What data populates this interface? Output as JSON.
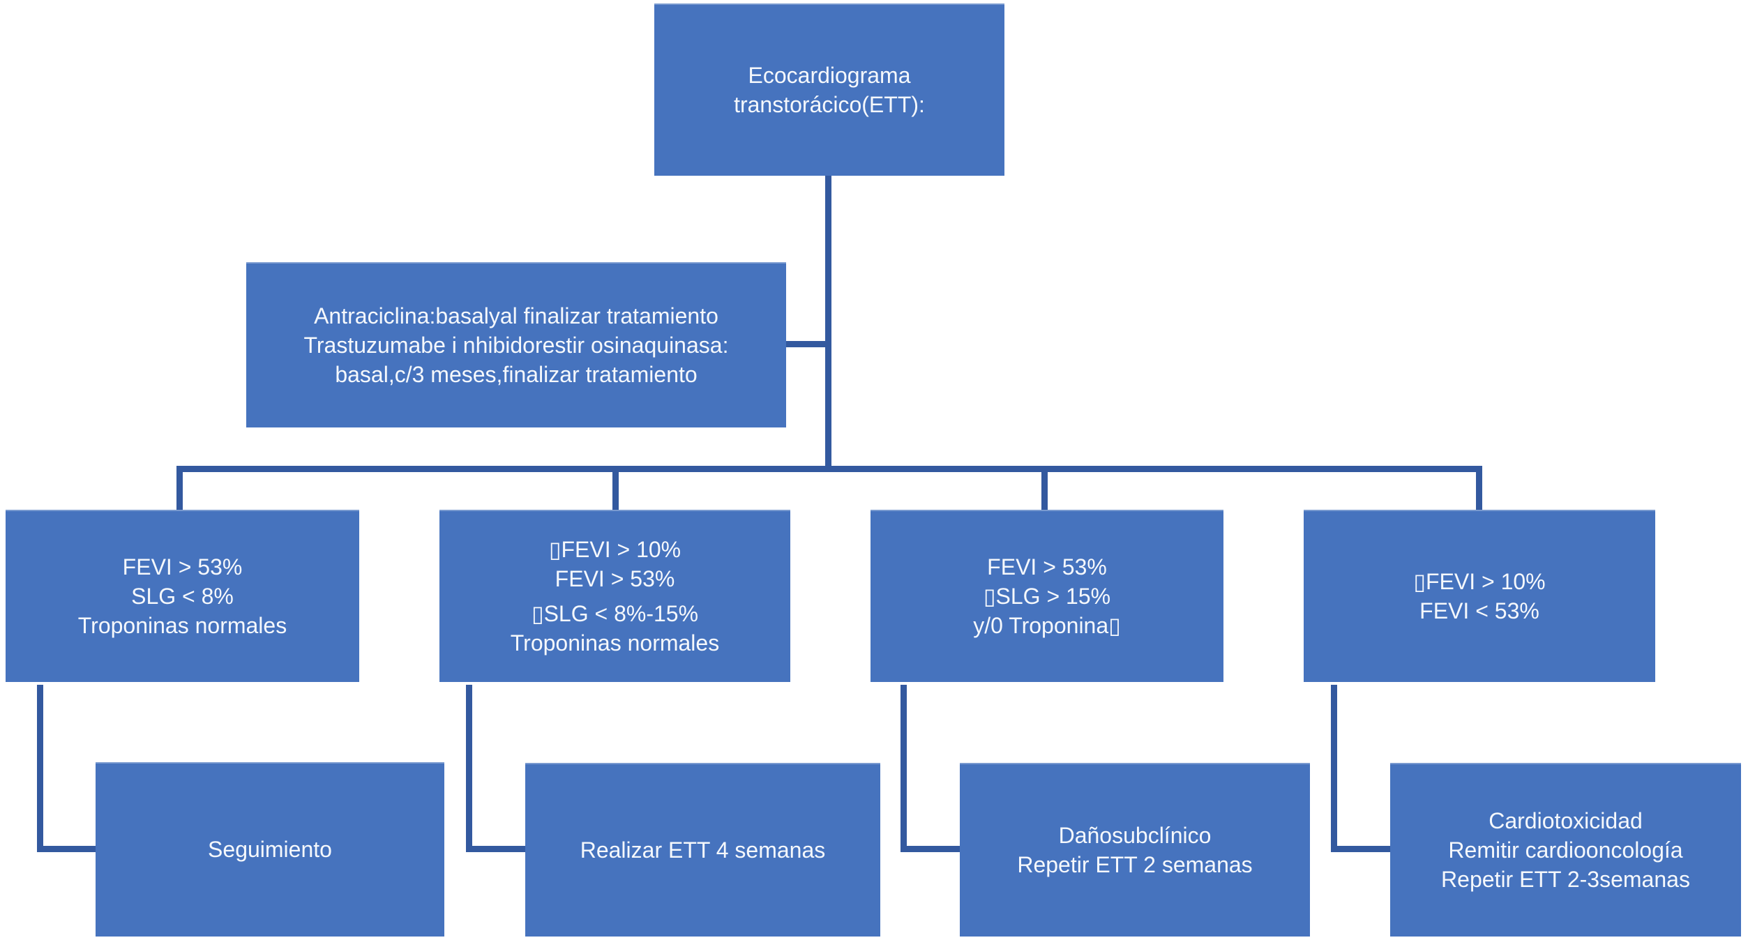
{
  "colors": {
    "background": "#FFFFFF",
    "box_fill": "#4673BE",
    "connector": "#33599F",
    "text": "#F5F8FC"
  },
  "nodes": {
    "root": {
      "lines": [
        "Ecocardiograma",
        "transtorácico(ETT):"
      ]
    },
    "schedule": {
      "lines": [
        "Antraciclina:basalyal finalizar tratamiento",
        "Trastuzumabe i nhibidorestir osinaquinasa:",
        "basal,c/3 meses,finalizar tratamiento"
      ]
    },
    "criteria_normal": {
      "lines": [
        "FEVI > 53%",
        "SLG < 8%",
        "Troponinas normales"
      ]
    },
    "criteria_borderline": {
      "lines": [
        "▯FEVI > 10%",
        "FEVI > 53%",
        "▯SLG < 8%-15%",
        "Troponinas normales"
      ]
    },
    "criteria_subclinical": {
      "lines": [
        "FEVI > 53%",
        "▯SLG > 15%",
        "y/0 Troponina▯"
      ]
    },
    "criteria_cardiotoxic": {
      "lines": [
        "▯FEVI > 10%",
        "FEVI < 53%"
      ]
    },
    "outcome_seguimiento": {
      "lines": [
        "Seguimiento"
      ]
    },
    "outcome_ett4": {
      "lines": [
        "Realizar ETT 4 semanas"
      ]
    },
    "outcome_subclinico": {
      "lines": [
        "Dañosubclínico",
        "Repetir ETT 2 semanas"
      ]
    },
    "outcome_cardiotoxicidad": {
      "lines": [
        "Cardiotoxicidad",
        "Remitir cardiooncología",
        "Repetir ETT 2-3semanas"
      ]
    }
  }
}
